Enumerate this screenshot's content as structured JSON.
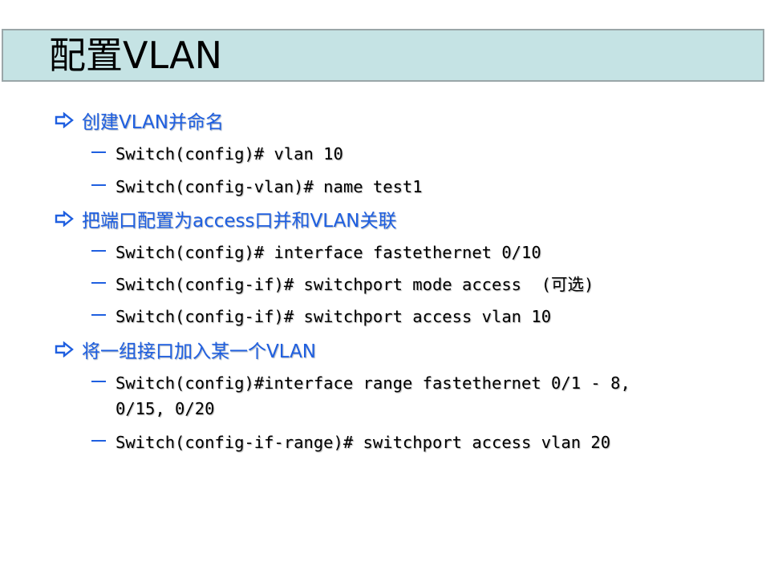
{
  "slide": {
    "title": "配置VLAN",
    "sections": [
      {
        "bullet": "创建VLAN并命名",
        "items": [
          "Switch(config)# vlan 10",
          "Switch(config-vlan)# name test1"
        ]
      },
      {
        "bullet": "把端口配置为access口并和VLAN关联",
        "items": [
          "Switch(config)# interface fastethernet 0/10",
          "Switch(config-if)# switchport mode access  (可选)",
          "Switch(config-if)# switchport access vlan 10"
        ]
      },
      {
        "bullet": "将一组接口加入某一个VLAN",
        "items": [
          "Switch(config)#interface range fastethernet 0/1 - 8, 0/15, 0/20",
          "Switch(config-if-range)# switchport access vlan 20"
        ]
      }
    ]
  },
  "colors": {
    "title_bar": "#c5e3e4",
    "bullet_text": "#1f5fe0",
    "body_text": "#000000"
  },
  "icons": {
    "bullet": "outlined-right-arrow-icon",
    "sub_bullet": "dash-icon"
  }
}
